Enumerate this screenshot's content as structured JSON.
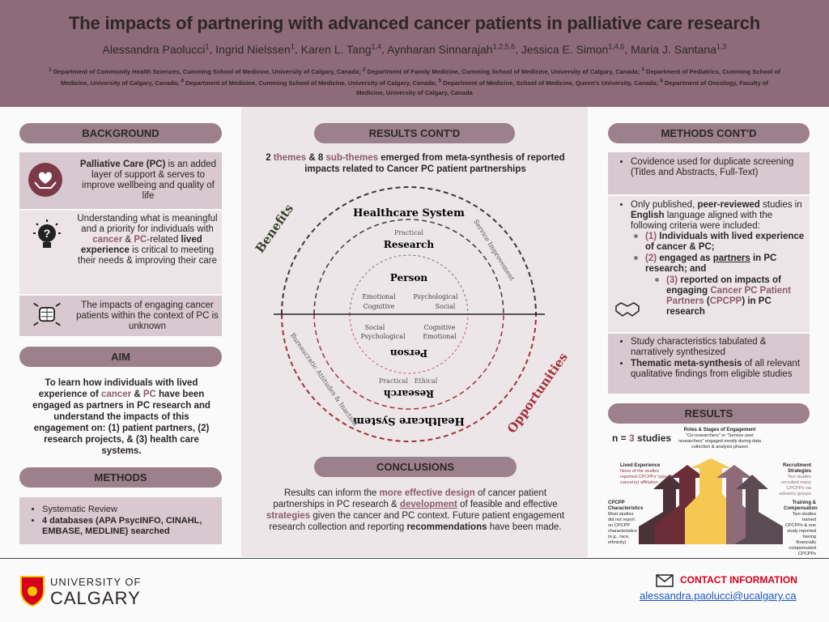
{
  "header": {
    "title": "The impacts of partnering with advanced cancer patients in palliative care research",
    "authors": [
      {
        "name": "Alessandra Paolucci",
        "sup": "1"
      },
      {
        "name": "Ingrid Nielssen",
        "sup": "1"
      },
      {
        "name": "Karen L. Tang",
        "sup": "1,4"
      },
      {
        "name": "Aynharan Sinnarajah",
        "sup": "1,2,5,6"
      },
      {
        "name": "Jessica E. Simon",
        "sup": "1,4,6"
      },
      {
        "name": "Maria J. Santana",
        "sup": "1,3"
      }
    ],
    "affiliations": [
      {
        "sup": "1",
        "text": "Department of Community Health Sciences, Cumming School of Medicine, University of Calgary, Canada;"
      },
      {
        "sup": "2",
        "text": "Department of Family Medicine, Cumming School of Medicine, University of Calgary, Canada;"
      },
      {
        "sup": "3",
        "text": "Department of Pediatrics, Cumming School of Medicine, University of Calgary, Canada;"
      },
      {
        "sup": "4",
        "text": "Department of Medicine, Cumming School of Medicine, University of Calgary, Canada;"
      },
      {
        "sup": "5",
        "text": "Department of Medicine, School of Medicine, Queen's University, Canada;"
      },
      {
        "sup": "6",
        "text": "Department of Oncology, Faculty of Medicine, University of Calgary, Canada"
      }
    ]
  },
  "background": {
    "heading": "BACKGROUND",
    "p1": {
      "b": "Palliative Care (PC)",
      "t": " is an added layer of support & serves to improve wellbeing and quality of life"
    },
    "p2": {
      "a": "Understanding what is meaningful and a priority for individuals with ",
      "cancer": "cancer",
      "amp": " & ",
      "pc": "PC",
      "b": "-related ",
      "lived": "lived experience",
      "c": " is critical to meeting their needs & improving their care"
    },
    "p3": "The impacts of engaging cancer patients within the context of PC is unknown"
  },
  "aim": {
    "heading": "AIM",
    "a": "To learn how individuals with lived experience of ",
    "cancer": "cancer",
    "amp": " & ",
    "pc": "PC",
    "b": " have been engaged as partners in PC research and understand the ",
    "impacts": "impacts",
    "c": " of this engagement on: (1) patient partners, (2) research projects, & (3) health care systems."
  },
  "methods": {
    "heading": "METHODS",
    "items": [
      "Systematic Review",
      "4 databases (APA PsycINFO, CINAHL, EMBASE, MEDLINE) searched"
    ]
  },
  "results_contd": {
    "heading": "RESULTS CONT'D",
    "intro_a": "2 ",
    "themes": "themes",
    "intro_b": " & 8 ",
    "subthemes": "sub-themes",
    "intro_c": " emerged from meta-synthesis of reported impacts related to Cancer PC patient partnerships",
    "diagram": {
      "benefits": "Benefits",
      "opportunities": "Opportunities",
      "hs": "Healthcare System",
      "research": "Research",
      "person": "Person",
      "practical": "Practical",
      "service": "Service Improvement",
      "emotional": "Emotional",
      "cognitive": "Cognitive",
      "psychological": "Psychological",
      "social": "Social",
      "ethical": "Ethical",
      "bureaucratic": "Bureaucratic Attitudes & Inaction"
    }
  },
  "conclusions": {
    "heading": "CONCLUSIONS",
    "a": "Results can inform the ",
    "b1": "more effective design",
    "c": " of cancer patient partnerships in PC research & ",
    "b2": "development",
    "d": " of feasible and effective ",
    "b3": "strategies",
    "e": " given the cancer and PC context. Future patient engagement research collection and reporting ",
    "b4": "recommendations",
    "f": " have been made."
  },
  "methods_contd": {
    "heading": "METHODS CONT'D",
    "item1": "Covidence used for duplicate screening (Titles and Abstracts, Full-Text)",
    "item2a": "Only published, ",
    "peer": "peer-reviewed",
    "item2b": " studies in ",
    "english": "English",
    "item2c": " language aligned with the following criteria were included:",
    "c1n": "(1)",
    "c1": " Individuals with lived experience of cancer & PC;",
    "c2n": "(2)",
    "c2a": " engaged as ",
    "partners": "partners",
    "c2b": " in PC research; and",
    "c3n": "(3)",
    "c3a": " reported on impacts of engaging ",
    "cpcpp": "Cancer PC Patient Partners",
    "c3b": " (",
    "abbr": "CPCPP",
    "c3c": ") in PC research",
    "item3": "Study characteristics tabulated & narratively synthesized",
    "item4a": "Thematic meta-synthesis",
    "item4b": " of all relevant qualitative findings from eligible studies"
  },
  "results": {
    "heading": "RESULTS",
    "n_a": "n = ",
    "n": "3",
    "n_b": " studies",
    "roles": {
      "title": "Roles & Stages of Engagement",
      "text": "\"Co-researchers\" or \"Service user researchers\" engaged mostly during data collection & analysis phases"
    },
    "lived": {
      "title": "Lived Experience",
      "text": "None of the studies reported CPCPPs' type of cancer(s) affiliation"
    },
    "recruit": {
      "title": "Recruitment Strategies",
      "text": "Two studies recruited many CPCPPs via advisory groups"
    },
    "chars": {
      "title": "CPCPP Characteristics",
      "text": "Most studies did not report on CPCPP characteristics (e.g., race, ethnicity)"
    },
    "training": {
      "title": "Training & Compensation",
      "text": "Two studies trained CPCPPs & one study reported having financially compensated CPCPPs"
    }
  },
  "footer": {
    "university": "UNIVERSITY OF",
    "calgary": "CALGARY",
    "contact": "CONTACT INFORMATION",
    "email": "alessandra.paolucci@ucalgary.ca"
  }
}
